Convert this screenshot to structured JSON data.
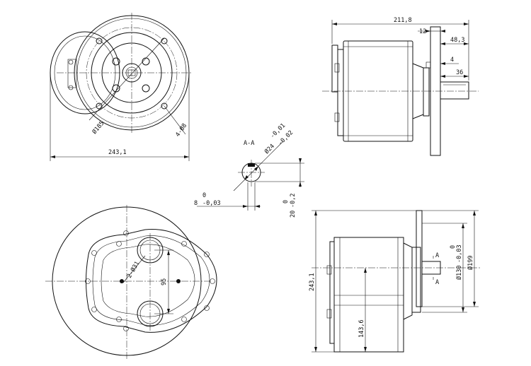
{
  "drawing": {
    "front_view": {
      "overall_width": "243,1",
      "bolt_circle": "Ø185",
      "holes": "4-Ø8"
    },
    "side_view": {
      "overall_length": "211,8",
      "flange_thickness": "12",
      "shaft_projection": "48,3",
      "collar": "4",
      "shaft_length": "36"
    },
    "section": {
      "label": "A-A",
      "shaft_diameter": "Ø24",
      "shaft_tol_upper": "-0,01",
      "shaft_tol_lower": "-0,02",
      "key_width_nominal": "8",
      "key_width_upper": "0",
      "key_width_lower": "-0,03",
      "key_depth_nominal": "20",
      "key_depth_upper": "0",
      "key_depth_lower": "-0,2"
    },
    "rear_view": {
      "ports": "2-Ø31",
      "port_spacing": "95"
    },
    "bottom_view": {
      "overall_height": "243,1",
      "half_height": "143,6",
      "flange_diameter": "Ø199",
      "pilot_diameter": "Ø130",
      "pilot_tol_upper": "0",
      "pilot_tol_lower": "-0,03",
      "section_mark": "A"
    }
  }
}
